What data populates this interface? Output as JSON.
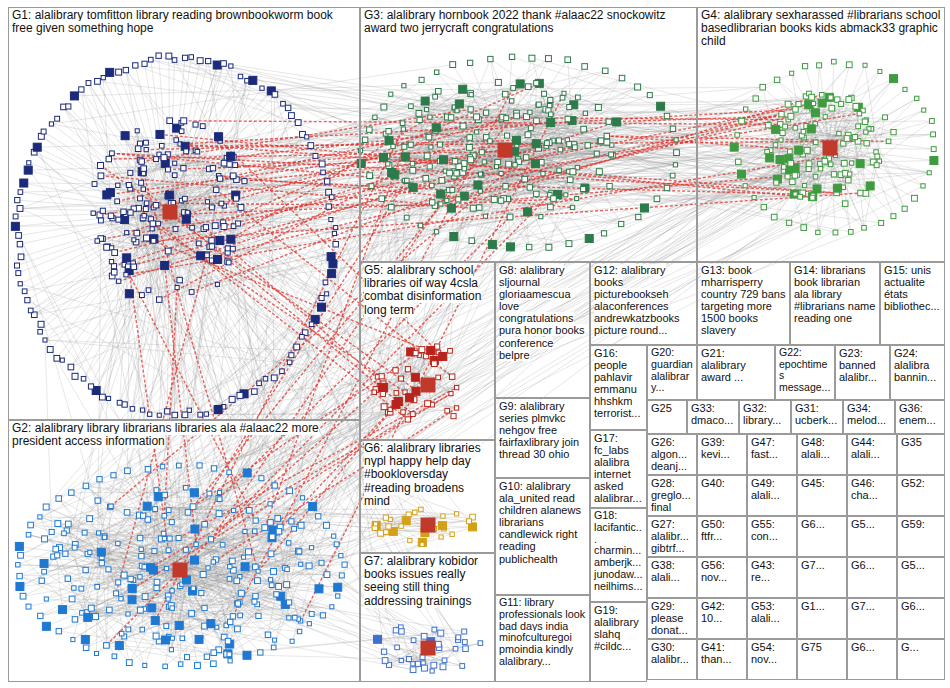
{
  "diagram": {
    "nodes": [
      {
        "text": [
          "G1: alalibrary tomfitton library reading brownbookworm book free given something hope"
        ]
      },
      {
        "text": [
          "G3: alalibrary hornbook 2022 thank #alaac22 snockowitz award two jerrycraft congratulations"
        ]
      },
      {
        "text": [
          "G4: alalibrary sexharassed #librarians school basedlibrarian books kids abmack33 graphic child"
        ]
      },
      {
        "text": [
          "G2: alalibrary library librarians libraries ala #alaac22 more president access information"
        ]
      },
      {
        "text": [
          "G5: alalibrary school libraries oif way 4csla combat disinformation long term"
        ]
      },
      {
        "text": [
          "G6: alalibrary libraries nypl happy help day #bookloversday #reading broadens mind"
        ]
      },
      {
        "text": [
          "G7: alalibrary kobidor books issues really seeing still thing addressing trainings"
        ]
      },
      {
        "text": [
          "G8: alalibrary sljournal gloriaamescua love congratulations pura honor books conference belpre"
        ]
      },
      {
        "text": [
          "G9: alalibrary series plmvkc nehgov free fairfaxlibrary join thread 30 ohio"
        ]
      },
      {
        "text": [
          "G10: alalibrary ala_united read children alanews librarians candlewick right reading publichealth"
        ]
      },
      {
        "text": [
          "G11: library professionals look bad days india minofculturegoi pmoindia kindly alalibrary..."
        ]
      },
      {
        "text": [
          "G12: alalibrary books picturebookseh alaconferences andrewkatzbooks picture round..."
        ]
      },
      {
        "text": [
          "G13: book mharrisperry country 729 bans targeting more 1500 books slavery"
        ]
      },
      {
        "text": [
          "G14: librarians book librarian ala library #librarians name reading one"
        ]
      },
      {
        "text": [
          "G15: unis actualite états bibliothec..."
        ]
      },
      {
        "text": [
          "G16: people pahlavir emmanu hhshkm terrorist..."
        ]
      },
      {
        "text": [
          "G20: guardian alalibrary..."
        ]
      },
      {
        "text": [
          "G21: alalibrary award ..."
        ]
      },
      {
        "text": [
          "G22: epochtimes message..."
        ]
      },
      {
        "text": [
          "G23: banned alalibr..."
        ]
      },
      {
        "text": [
          "G24: alalibra bannin..."
        ]
      },
      {
        "text": [
          "G17: fc_labs alalibra internet asked alalibrar..."
        ]
      },
      {
        "text": [
          "G18: lacifantic... charmin... amberjk... junodaw... neilhims..."
        ]
      },
      {
        "text": [
          "G19: alalibrary slahq #cildc..."
        ]
      },
      {
        "text": [
          "G25"
        ]
      },
      {
        "text": [
          "G33: dmaco..."
        ]
      },
      {
        "text": [
          "G32: library..."
        ]
      },
      {
        "text": [
          "G31: ucberk..."
        ]
      },
      {
        "text": [
          "G34: melod..."
        ]
      },
      {
        "text": [
          "G36: enem..."
        ]
      },
      {
        "text": [
          "G26: algon... deanj..."
        ]
      },
      {
        "text": [
          "G39: kevi..."
        ]
      },
      {
        "text": [
          "G47: fast..."
        ]
      },
      {
        "text": [
          "G48: alali..."
        ]
      },
      {
        "text": [
          "G44: alali..."
        ]
      },
      {
        "text": [
          "G35"
        ]
      },
      {
        "text": [
          "G28: greglo... final"
        ]
      },
      {
        "text": [
          "G40:"
        ]
      },
      {
        "text": [
          "G49: alali..."
        ]
      },
      {
        "text": [
          "G45:"
        ]
      },
      {
        "text": [
          "G46: cha..."
        ]
      },
      {
        "text": [
          "G52:"
        ]
      },
      {
        "text": [
          "G27: alalibr... gibtrf..."
        ]
      },
      {
        "text": [
          "G50: ftfr..."
        ]
      },
      {
        "text": [
          "G55: con..."
        ]
      },
      {
        "text": [
          "G6..."
        ]
      },
      {
        "text": [
          "G5..."
        ]
      },
      {
        "text": [
          "G59:"
        ]
      },
      {
        "text": [
          "G38: alali..."
        ]
      },
      {
        "text": [
          "G56: nov..."
        ]
      },
      {
        "text": [
          "G43: re..."
        ]
      },
      {
        "text": [
          "G7..."
        ]
      },
      {
        "text": [
          "G6..."
        ]
      },
      {
        "text": [
          "G5..."
        ]
      },
      {
        "text": [
          "G29: please donat..."
        ]
      },
      {
        "text": [
          "G42: 10..."
        ]
      },
      {
        "text": [
          "G53: alali..."
        ]
      },
      {
        "text": [
          "G1..."
        ]
      },
      {
        "text": [
          "G7..."
        ]
      },
      {
        "text": [
          "G6..."
        ]
      },
      {
        "text": [
          "G30: alalibr..."
        ]
      },
      {
        "text": [
          "G41: than..."
        ]
      },
      {
        "text": [
          "G54: nov..."
        ]
      },
      {
        "text": [
          "G75"
        ]
      },
      {
        "text": [
          "G6..."
        ]
      },
      {
        "text": [
          "G..."
        ]
      }
    ]
  }
}
